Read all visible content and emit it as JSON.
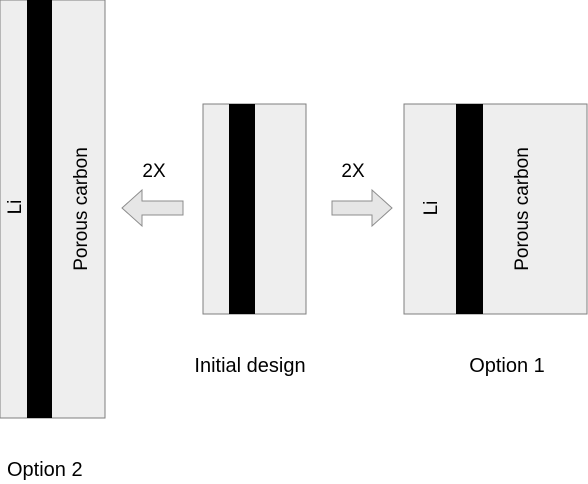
{
  "diagram": {
    "left_cell": {
      "electrode_label": "Li",
      "cathode_label": "Porous carbon",
      "caption": "Option 2"
    },
    "center_cell": {
      "caption": "Initial design"
    },
    "right_cell": {
      "electrode_label": "Li",
      "cathode_label": "Porous carbon",
      "caption": "Option 1"
    },
    "arrow_left": {
      "label": "2X"
    },
    "arrow_right": {
      "label": "2X"
    },
    "colors": {
      "cell_fill": "#eeeeee",
      "cell_border": "#7f7f7f",
      "separator": "#000000",
      "arrow_fill": "#e6e6e6",
      "arrow_border": "#8c8c8c",
      "text": "#000000"
    }
  }
}
